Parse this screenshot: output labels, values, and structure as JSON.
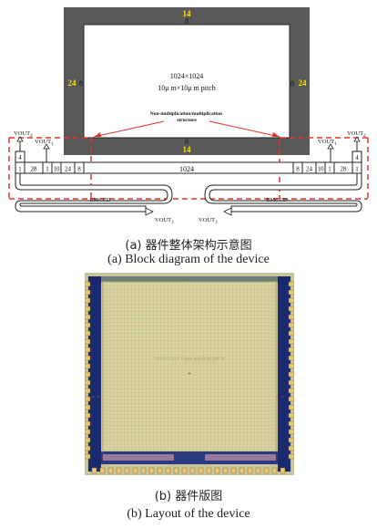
{
  "diagram_a": {
    "border_top": "14",
    "border_bottom": "14",
    "border_left": "24",
    "border_right": "24",
    "inner_top": "8",
    "inner_bottom": "8",
    "inner_left": "8",
    "inner_right": "8",
    "array_size": "1024×1024",
    "pitch": "10μ m×10μ m pitch",
    "structure_label": "Non-multiplication/multiplication structure",
    "readout_center": "1024",
    "left_cells": [
      "1",
      "28",
      "1",
      "10",
      "24",
      "8"
    ],
    "right_cells": [
      "8",
      "24",
      "10",
      "1",
      "28",
      "1"
    ],
    "left_stack_top": "4",
    "right_stack_top": "4",
    "vout_2_left": "VOUT",
    "vout_2_left_sub": "2",
    "vout_1_left": "VOUT",
    "vout_1_left_sub": "1",
    "vout_1_right": "VOUT",
    "vout_1_right_sub": "1",
    "vout_2_right": "VOUT",
    "vout_2_right_sub": "2",
    "emccd_left": "EMCCD",
    "emccd_right": "EMCCD",
    "vout_3_left": "VOUT",
    "vout_3_left_sub": "3",
    "vout_3_right": "VOUT",
    "vout_3_right_sub": "3"
  },
  "layout_b": {
    "overlay_text": "1024×1024 10μm pitch SCMOS"
  },
  "captions": {
    "a_cn": "(a)  器件整体架构示意图",
    "a_en": "(a) Block diagram of the device",
    "b_cn": "(b)  器件版图",
    "b_en": "(b) Layout of the device"
  },
  "colors": {
    "border_dark": "#595959",
    "yellow_label": "#ffe000",
    "red_dash": "#e8302a",
    "layout_fill": "#d8d3a0",
    "layout_blue": "#1a2a6e"
  }
}
